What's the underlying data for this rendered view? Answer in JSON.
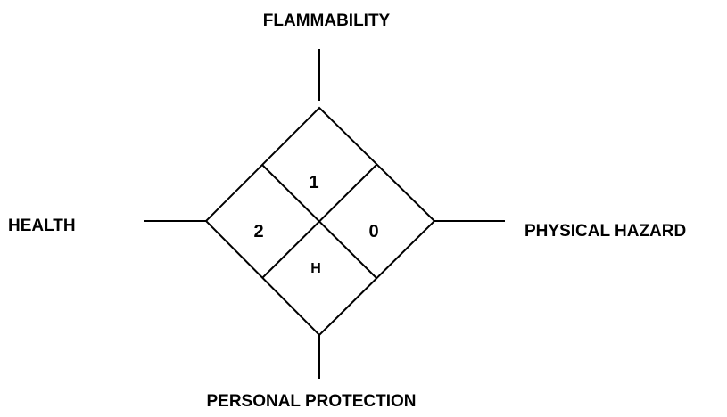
{
  "labels": {
    "top": "FLAMMABILITY",
    "left": "HEALTH",
    "right": "PHYSICAL HAZARD",
    "bottom": "PERSONAL PROTECTION"
  },
  "quadrants": {
    "top": "1",
    "left": "2",
    "right": "0",
    "bottom": "H"
  },
  "colors": {
    "line": "#000000",
    "text": "#000000",
    "background": "#ffffff"
  }
}
